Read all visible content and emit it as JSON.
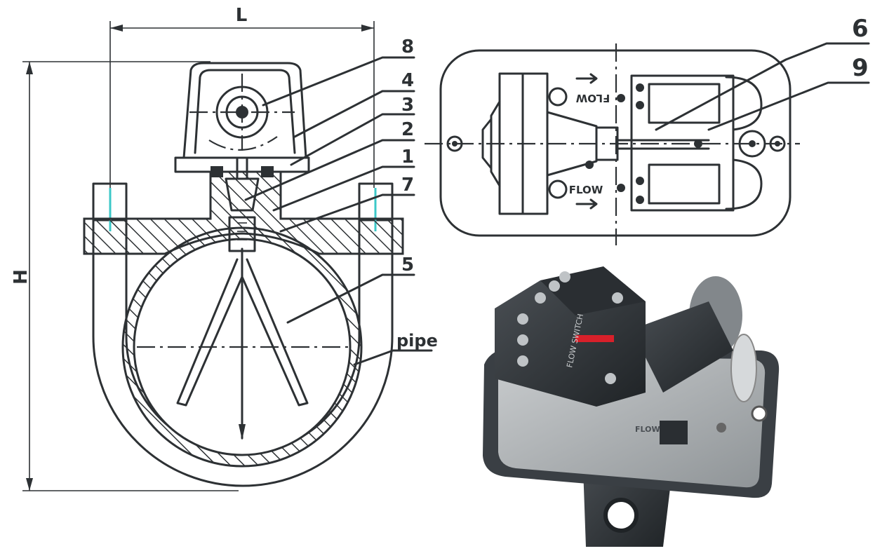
{
  "dimensions": {
    "width_label": "L",
    "height_label": "H"
  },
  "callouts": [
    "8",
    "4",
    "3",
    "2",
    "1",
    "7",
    "5",
    "6",
    "9"
  ],
  "pipe_label": "pipe",
  "plan_view": {
    "flow_top": "FLOW",
    "flow_bottom": "FLOW"
  },
  "photo": {
    "switch_text": "FLOW SWITCH",
    "base_flow": "FLOW"
  },
  "colors": {
    "line": "#2d3134",
    "bolt_highlight": "#3cc8c8",
    "indicator": "#d8202a"
  }
}
